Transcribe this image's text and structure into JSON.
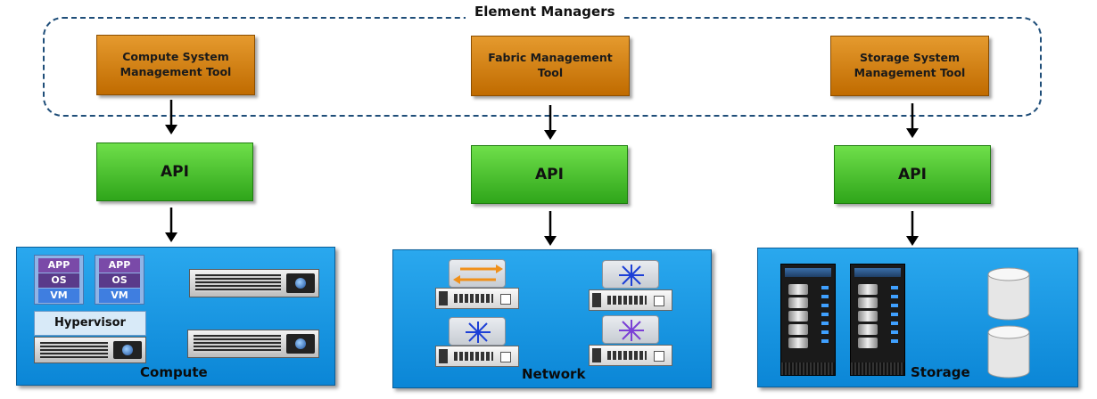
{
  "element_managers": {
    "title": "Element Managers",
    "tools": [
      {
        "label": "Compute System Management Tool"
      },
      {
        "label": "Fabric Management Tool"
      },
      {
        "label": "Storage System Management Tool"
      }
    ]
  },
  "apis": [
    {
      "label": "API"
    },
    {
      "label": "API"
    },
    {
      "label": "API"
    }
  ],
  "compute": {
    "label": "Compute",
    "vm_stack": {
      "app": "APP",
      "os": "OS",
      "vm": "VM"
    },
    "hypervisor": "Hypervisor"
  },
  "network": {
    "label": "Network"
  },
  "storage": {
    "label": "Storage"
  },
  "colors": {
    "tool": "#d9860f",
    "api": "#4cc730",
    "panel": "#1a9ae6",
    "dashed_border": "#1f4e79",
    "vm_app": "#7a4aa8",
    "vm_os": "#5a3a8a",
    "vm_vm": "#3f7ee0"
  }
}
